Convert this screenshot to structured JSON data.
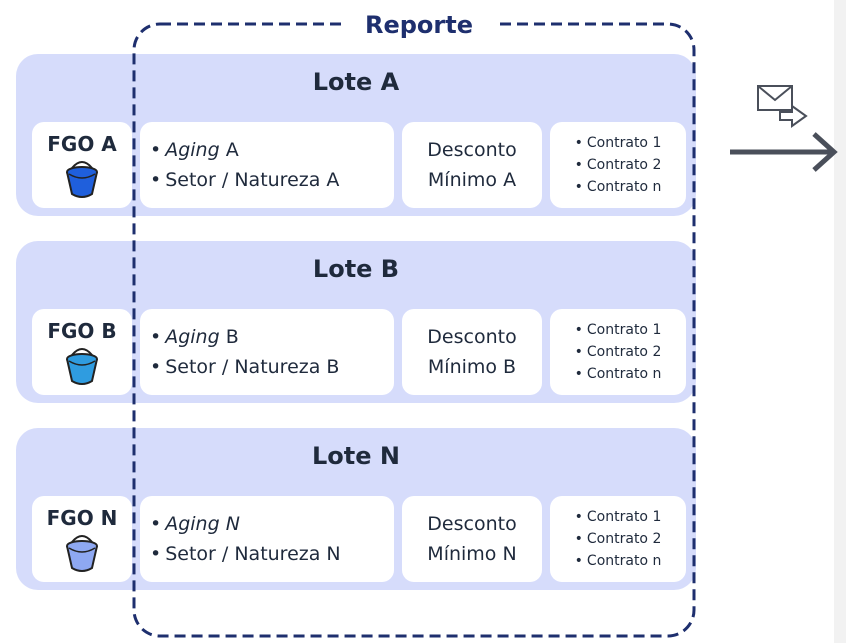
{
  "header": {
    "title": "Reporte"
  },
  "lotes": [
    {
      "title": "Lote A",
      "fgo": "FGO A",
      "aging_prefix": "Aging",
      "aging_suffix": " A",
      "aging_italic_suffix": "",
      "setor": "Setor / Natureza A",
      "desconto_line1": "Desconto",
      "desconto_line2": "Mínimo A",
      "contratos": [
        "Contrato 1",
        "Contrato 2",
        "Contrato n"
      ],
      "bucket_color": "#1f5fdc"
    },
    {
      "title": "Lote B",
      "fgo": "FGO B",
      "aging_prefix": "Aging",
      "aging_suffix": " B",
      "aging_italic_suffix": "",
      "setor": "Setor / Natureza B",
      "desconto_line1": "Desconto",
      "desconto_line2": "Mínimo B",
      "contratos": [
        "Contrato 1",
        "Contrato 2",
        "Contrato n"
      ],
      "bucket_color": "#2f9ce0"
    },
    {
      "title": "Lote N",
      "fgo": "FGO N",
      "aging_prefix": "Aging N",
      "aging_suffix": "",
      "aging_italic_suffix": "",
      "setor": "Setor / Natureza N",
      "desconto_line1": "Desconto",
      "desconto_line2": "Mínimo N",
      "contratos": [
        "Contrato 1",
        "Contrato 2",
        "Contrato n"
      ],
      "bucket_color": "#8ea8f2"
    }
  ],
  "colors": {
    "panel": "#d6dcfb",
    "dashed_border": "#1e2f6e",
    "text": "#1f2a3c",
    "arrow": "#4a4f5a"
  },
  "icons": {
    "send": "send-mail-icon",
    "arrow": "arrow-right-icon",
    "bucket": "bucket-icon"
  }
}
